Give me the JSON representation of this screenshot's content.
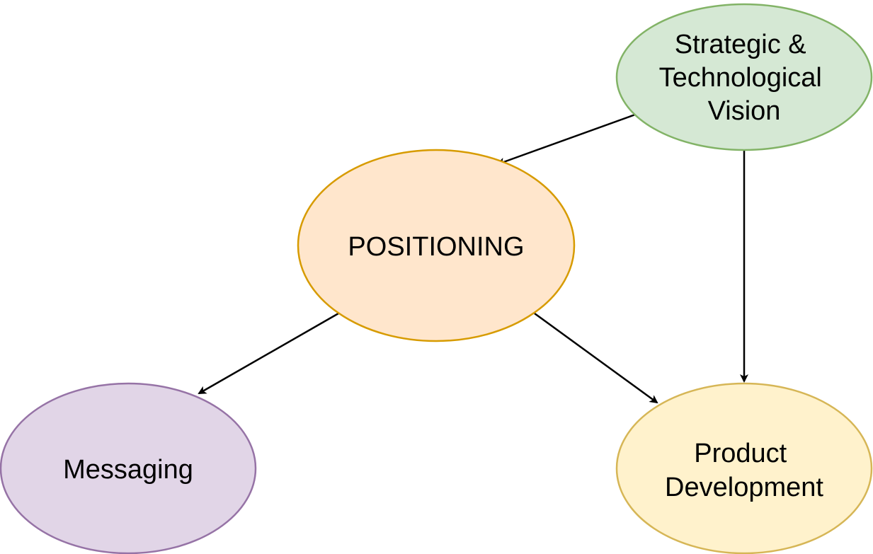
{
  "nodes": {
    "strategic": {
      "lines": [
        "Strategic &",
        "Technological",
        "Vision"
      ],
      "fill": "#d5e8d4",
      "stroke": "#82b366"
    },
    "positioning": {
      "lines": [
        "POSITIONING"
      ],
      "fill": "#ffe6cc",
      "stroke": "#d79b00"
    },
    "messaging": {
      "lines": [
        "Messaging"
      ],
      "fill": "#e1d5e7",
      "stroke": "#9673a6"
    },
    "product": {
      "lines": [
        "Product",
        "Development"
      ],
      "fill": "#fff2cc",
      "stroke": "#d6b656"
    }
  },
  "edges": [
    {
      "from": "strategic",
      "to": "positioning"
    },
    {
      "from": "strategic",
      "to": "product"
    },
    {
      "from": "positioning",
      "to": "messaging"
    },
    {
      "from": "positioning",
      "to": "product"
    }
  ],
  "colors": {
    "edge": "#000000"
  }
}
